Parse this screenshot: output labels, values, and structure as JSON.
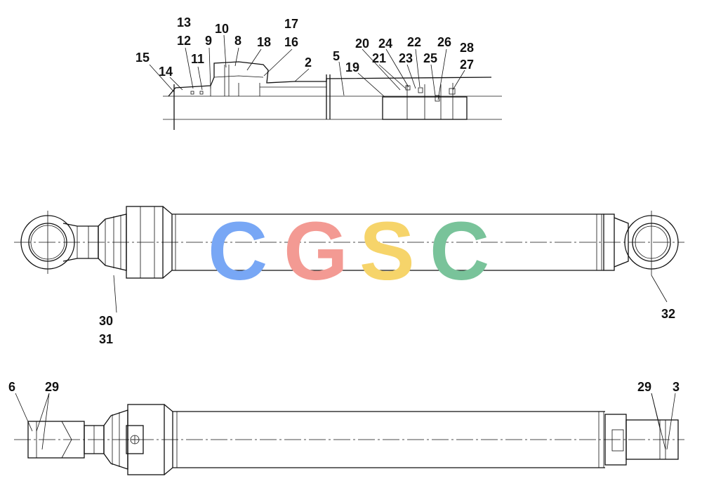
{
  "labels": {
    "l13": "13",
    "l12": "12",
    "l10": "10",
    "l8": "8",
    "l9": "9",
    "l11": "11",
    "l18": "18",
    "l17": "17",
    "l16": "16",
    "l15": "15",
    "l14": "14",
    "l2": "2",
    "l5": "5",
    "l19": "19",
    "l20": "20",
    "l21": "21",
    "l24": "24",
    "l23": "23",
    "l22": "22",
    "l25": "25",
    "l26": "26",
    "l28": "28",
    "l27": "27",
    "l30": "30",
    "l31": "31",
    "l32": "32",
    "l6": "6",
    "l29a": "29",
    "l29b": "29",
    "l3": "3"
  },
  "watermark": {
    "letters": [
      "C",
      "G",
      "S",
      "C"
    ],
    "colors": [
      "#78a7f5",
      "#f39a93",
      "#f6d46a",
      "#79c39a"
    ]
  }
}
